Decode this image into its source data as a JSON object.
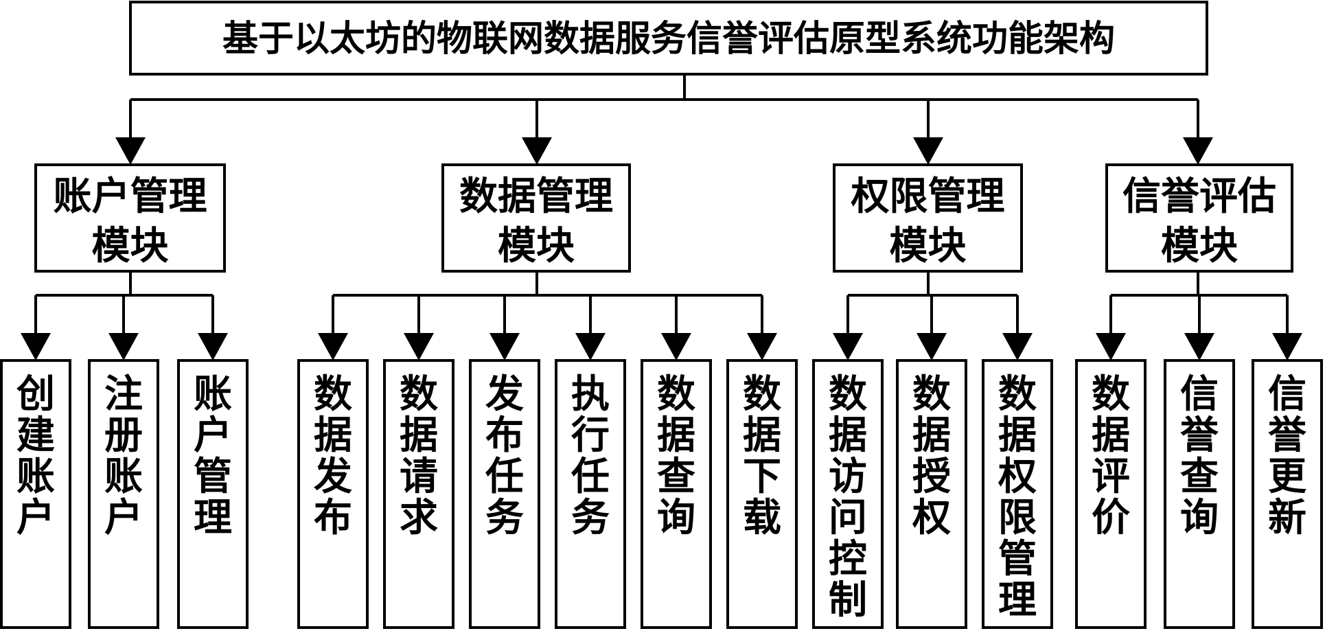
{
  "title": "基于以太坊的物联网数据服务信誉评估原型系统功能架构",
  "modules": [
    {
      "id": "account",
      "lines": [
        "账户管理",
        "模块"
      ],
      "children": [
        "创建账户",
        "注册账户",
        "账户管理"
      ]
    },
    {
      "id": "data",
      "lines": [
        "数据管理",
        "模块"
      ],
      "children": [
        "数据发布",
        "数据请求",
        "发布任务",
        "执行任务",
        "数据查询",
        "数据下载"
      ]
    },
    {
      "id": "permission",
      "lines": [
        "权限管理",
        "模块"
      ],
      "children": [
        "数据访问控制",
        "数据授权",
        "数据权限管理"
      ]
    },
    {
      "id": "reputation",
      "lines": [
        "信誉评估",
        "模块"
      ],
      "children": [
        "数据评价",
        "信誉查询",
        "信誉更新"
      ]
    }
  ]
}
